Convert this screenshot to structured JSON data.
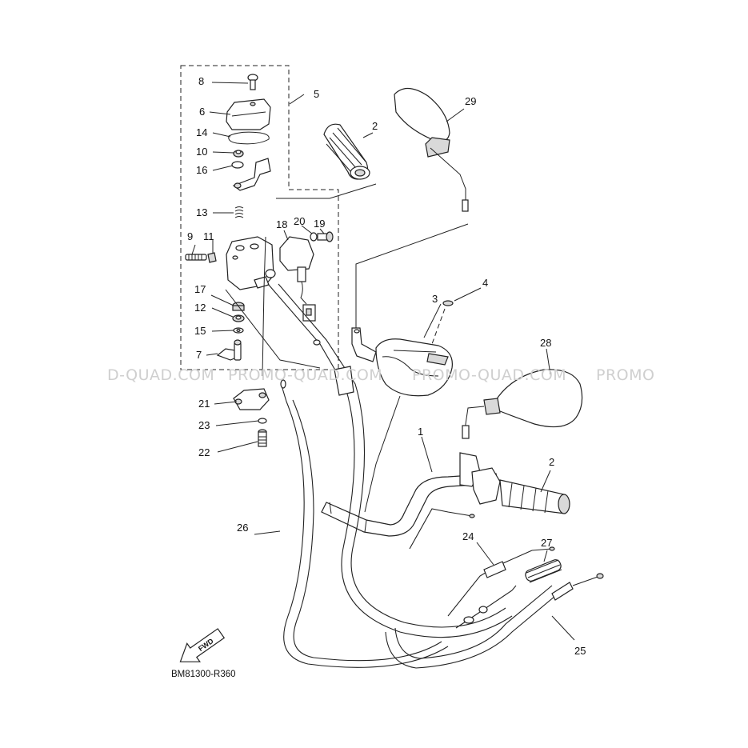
{
  "diagram": {
    "figure_code": "BM81300-R360",
    "fwd_label": "FWD",
    "watermark": {
      "w1": "D-QUAD.COM",
      "w2": "PROMO-QUAD.COM",
      "w3": "PROMO-QUAD.COM",
      "w4": "PROMO"
    },
    "callouts": {
      "c1": "1",
      "c2a": "2",
      "c2b": "2",
      "c3": "3",
      "c4": "4",
      "c5": "5",
      "c6": "6",
      "c7": "7",
      "c8": "8",
      "c9": "9",
      "c10": "10",
      "c11": "11",
      "c12": "12",
      "c13": "13",
      "c14": "14",
      "c15": "15",
      "c16": "16",
      "c17": "17",
      "c18": "18",
      "c19": "19",
      "c20": "20",
      "c21": "21",
      "c22": "22",
      "c23": "23",
      "c24": "24",
      "c25": "25",
      "c26": "26",
      "c27": "27",
      "c28": "28",
      "c29": "29"
    }
  }
}
